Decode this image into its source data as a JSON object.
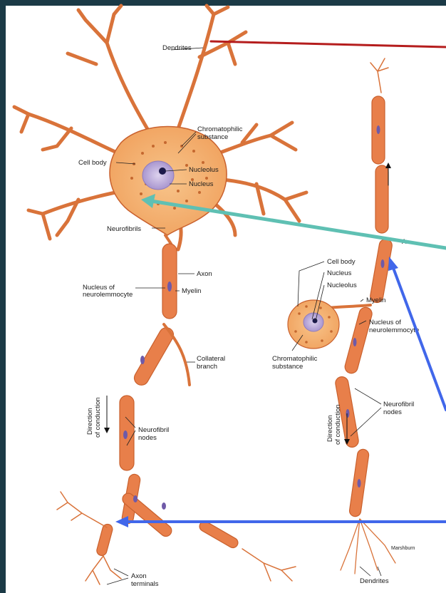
{
  "colors": {
    "background": "#1b3a46",
    "paper": "#ffffff",
    "neuron_fill": "#f3ab67",
    "neuron_stroke": "#c9612e",
    "myelin_fill": "#e87f4a",
    "nucleus": "#b9a9d6",
    "nucleolus": "#1c1a4a",
    "arrow_red": "#b51d1d",
    "arrow_teal": "#5fc0b3",
    "arrow_blue": "#4167ea"
  },
  "labels": {
    "dendrites_top": "Dendrites",
    "chromatophilic_1": "Chromatophilic",
    "chromatophilic_2": "substance",
    "cell_body": "Cell body",
    "nucleolus": "Nucleolus",
    "nucleus": "Nucleus",
    "neurofibrils": "Neurofibrils",
    "axon": "Axon",
    "nucleus_of_1": "Nucleus of",
    "neurolemmocyte": "neurolemmocyte",
    "myelin": "Myelin",
    "collateral": "Collateral",
    "branch": "branch",
    "direction": "Direction",
    "of_conduction": "of conduction",
    "neurofibril": "Neurofibril",
    "nodes": "nodes",
    "axon_terminals_1": "Axon",
    "axon_terminals_2": "terminals",
    "r_cell_body": "Cell body",
    "r_nucleus": "Nucleus",
    "r_nucleolus": "Nucleolus",
    "r_myelin": "Myelin",
    "r_nucleus_of": "Nucleus of",
    "r_neurolemmocyte": "neurolemmocyte",
    "r_chromatophilic_1": "Chromatophilic",
    "r_chromatophilic_2": "substance",
    "r_direction": "Direction",
    "r_of_conduction": "of conduction",
    "r_neurofibril": "Neurofibril",
    "r_nodes": "nodes",
    "r_axon_partial": "A",
    "r_dendrites": "Dendrites",
    "credit": "Marshburn"
  }
}
